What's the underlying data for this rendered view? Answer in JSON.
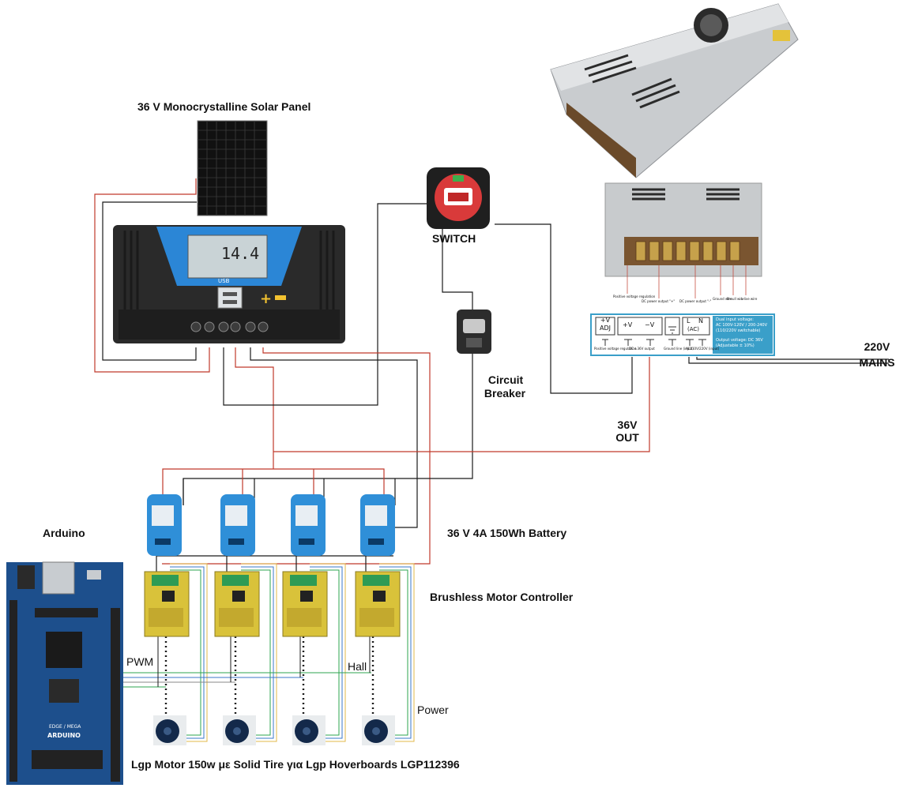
{
  "labels": {
    "solar_panel": "36 V Monocrystalline Solar Panel",
    "switch": "SWITCH",
    "circuit_breaker_1": "Circuit",
    "circuit_breaker_2": "Breaker",
    "mains_1": "220V",
    "mains_2": "MAINS",
    "out_1": "36V",
    "out_2": "OUT",
    "arduino": "Arduino",
    "battery": "36 V 4A  150Wh Battery",
    "motor_controller": "Brushless Motor Controller",
    "pwm": "PWM",
    "hall": "Hall",
    "power": "Power",
    "motor": "Lgp Motor 150w με Solid Tire για Lgp Hoverboards LGP112396"
  },
  "charge_controller": {
    "display_value": "14.4",
    "usb_label": "USB"
  },
  "psu_terminal_diagram": {
    "adj_top": "+V",
    "adj_bottom": "ADJ",
    "dc_plus": "+V",
    "dc_minus": "−V",
    "l_label": "L",
    "n_label": "N",
    "ac_label": "(AC)",
    "caption_adj": "Positive voltage regulation",
    "caption_dc": "DC ±36V output",
    "caption_ground": "Ground line (input)",
    "caption_ac": "AC110V/220V (input)",
    "spec_line_1": "Dual input voltage:",
    "spec_line_2": "AC 100V-120V / 200-240V",
    "spec_line_3": "(110/220V switchable)",
    "spec_line_4": "Output voltage:  DC 36V",
    "spec_line_5": "(Adjustable ± 10%)"
  },
  "psu_terminal_photo_captions": {
    "positive": "Positive voltage regulation",
    "dc_plus": "DC power output \"+\"",
    "dc_minus": "DC power output \"-\"",
    "ground": "Ground wire",
    "n_null": "N-null wire",
    "l_live": "L-live wire"
  },
  "arduino_board": {
    "brand": "ARDUINO",
    "model": "EDGE / MEGA"
  },
  "colors": {
    "red_wire": "#c0392b",
    "black_wire": "#1a1a1a",
    "arduino_blue": "#1d4f8c",
    "battery_blue": "#2f8fd8",
    "controller_yellow": "#d9c23a",
    "psu_panel": "#3a9fc9",
    "charge_blue": "#2b86d6"
  }
}
